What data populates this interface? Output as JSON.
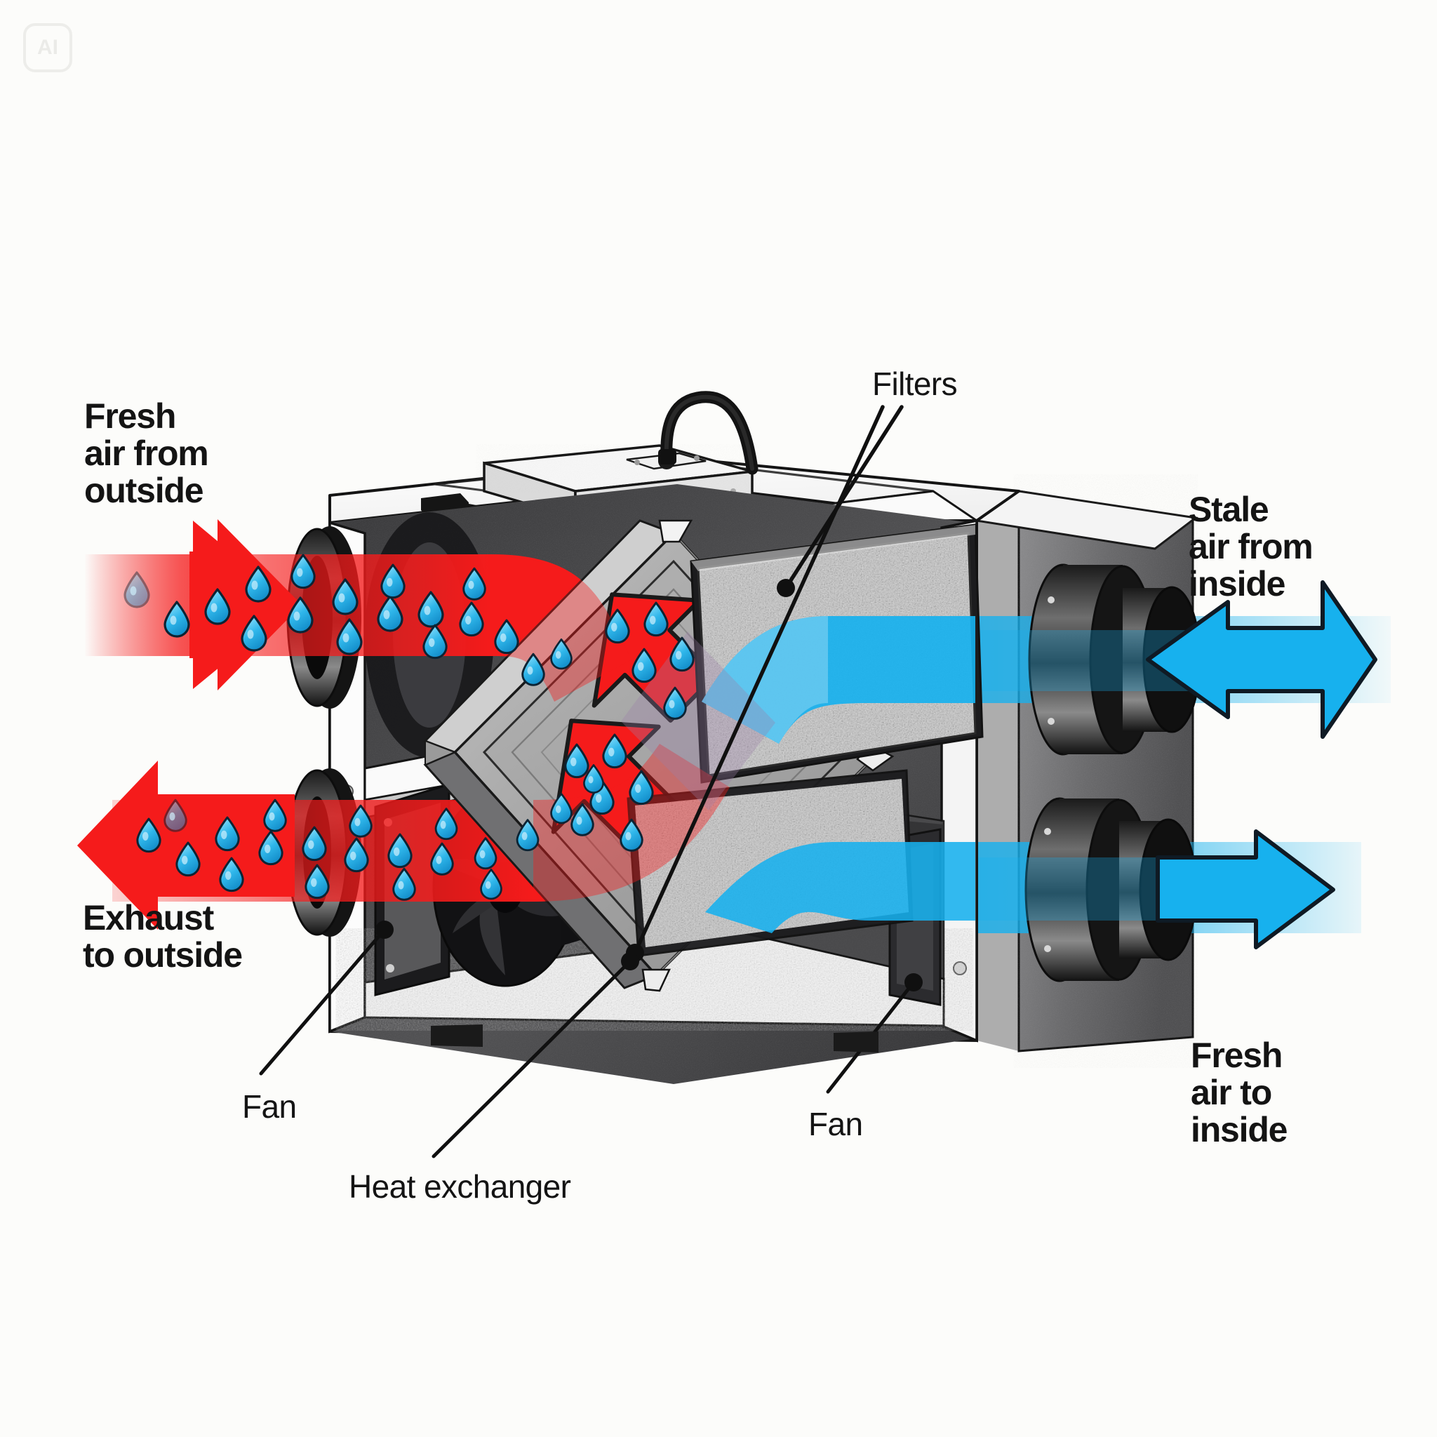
{
  "diagram": {
    "title": "Heat recovery ventilation unit cutaway",
    "background_color": "#fcfcfa"
  },
  "watermark": {
    "text": "AI"
  },
  "labels": {
    "fresh_air_from_outside": "Fresh\nair from\noutside",
    "exhaust_to_outside": "Exhaust\nto outside",
    "stale_air_from_inside": "Stale\nair from\ninside",
    "fresh_air_to_inside": "Fresh\nair to\ninside",
    "filters": "Filters",
    "fan_left": "Fan",
    "fan_right": "Fan",
    "heat_exchanger": "Heat exchanger"
  },
  "colors": {
    "warm_air": "#F51B1B",
    "warm_air_dark": "#D40F0F",
    "cool_air": "#17B1EE",
    "cool_air_dark": "#0090D0",
    "droplet": "#2BB3E8",
    "droplet_dark": "#0E7FB8",
    "casing_white": "#FDFDFD",
    "casing_grey": "#6E6E70",
    "casing_dark": "#2A2A2C",
    "exchanger_grey": "#A8A8A8",
    "filter_grey": "#BDBDBD",
    "outline": "#111111",
    "text": "#141414"
  },
  "flows": [
    {
      "name": "fresh-air-intake",
      "color": "#F51B1B",
      "direction": "right",
      "side": "left-top",
      "has_droplets": true
    },
    {
      "name": "exhaust-outlet",
      "color": "#F51B1B",
      "direction": "left",
      "side": "left-bottom",
      "has_droplets": true
    },
    {
      "name": "stale-air-intake",
      "color": "#17B1EE",
      "direction": "left",
      "side": "right-top",
      "has_droplets": false
    },
    {
      "name": "fresh-air-supply",
      "color": "#17B1EE",
      "direction": "right",
      "side": "right-bottom",
      "has_droplets": false
    }
  ],
  "components": [
    {
      "name": "control-box",
      "position": "top"
    },
    {
      "name": "heat-exchanger-core",
      "position": "center",
      "shape": "diamond"
    },
    {
      "name": "filter-upper",
      "position": "center-right"
    },
    {
      "name": "filter-lower",
      "position": "center-right-lower"
    },
    {
      "name": "fan-lower-left",
      "position": "lower-left"
    },
    {
      "name": "fan-lower-right",
      "position": "lower-right"
    },
    {
      "name": "duct-port-top-left",
      "position": "left-face"
    },
    {
      "name": "duct-port-bottom-left",
      "position": "left-face"
    },
    {
      "name": "duct-port-top-right",
      "position": "right-face"
    },
    {
      "name": "duct-port-bottom-right",
      "position": "right-face"
    }
  ]
}
